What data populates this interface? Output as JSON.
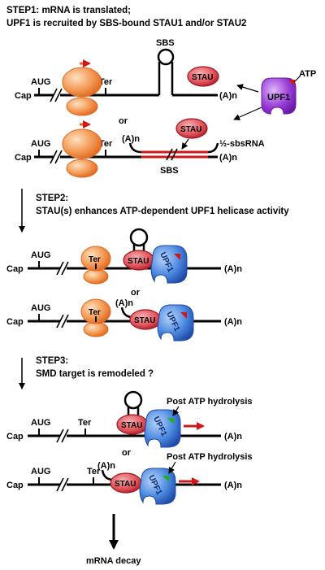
{
  "steps": {
    "step1_line1": "STEP1: mRNA is translated;",
    "step1_line2": "UPF1 is recruited by SBS-bound STAU1 and/or STAU2",
    "step2_line1": "STEP2:",
    "step2_line2": "STAU(s) enhances ATP-dependent UPF1 helicase activity",
    "step3_line1": "STEP3:",
    "step3_line2": "SMD target is remodeled ?"
  },
  "labels": {
    "cap": "Cap",
    "aug": "AUG",
    "ter": "Ter",
    "polya": "(A)n",
    "sbs": "SBS",
    "stau": "STAU",
    "upf1": "UPF1",
    "atp": "ATP",
    "or": "or",
    "sbsrna": "½-sbsRNA",
    "post_atp": "Post ATP hydrolysis",
    "decay": "mRNA decay"
  },
  "colors": {
    "ribosome": "#f39a55",
    "ribosome_dark": "#e06820",
    "stau": "#e0525a",
    "stau_dark": "#a01822",
    "upf1": "#4a88e0",
    "upf1_dark": "#1e4aa8",
    "upf1_purple": "#9b3fd8",
    "sbs_red": "#d01818",
    "atp_red": "#d01818",
    "atp_green": "#20b020"
  }
}
